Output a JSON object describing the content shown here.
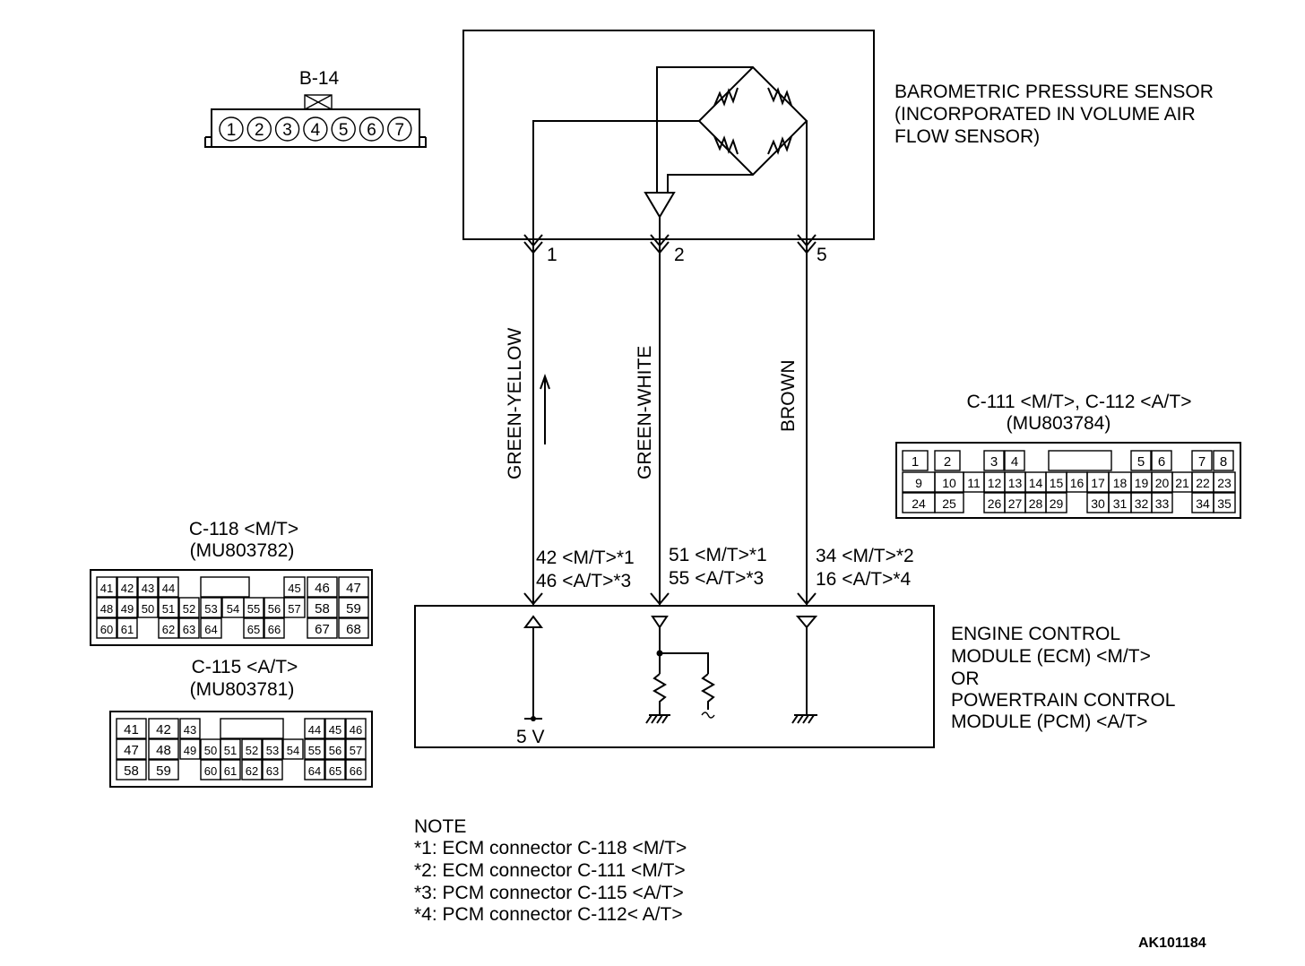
{
  "sensor": {
    "title_lines": [
      "BAROMETRIC PRESSURE SENSOR",
      "(INCORPORATED IN VOLUME AIR",
      "FLOW SENSOR)"
    ],
    "pins": [
      "1",
      "2",
      "5"
    ]
  },
  "b14": {
    "label": "B-14",
    "pins": [
      "1",
      "2",
      "3",
      "4",
      "5",
      "6",
      "7"
    ]
  },
  "wires": {
    "w1": {
      "color": "GREEN-YELLOW",
      "line1": "42 <M/T>*1",
      "line2": "46 <A/T>*3"
    },
    "w2": {
      "color": "GREEN-WHITE",
      "line1": "51 <M/T>*1",
      "line2": "55 <A/T>*3"
    },
    "w3": {
      "color": "BROWN",
      "line1": "34 <M/T>*2",
      "line2": "16 <A/T>*4"
    }
  },
  "ecm": {
    "title_lines": [
      "ENGINE CONTROL",
      "MODULE (ECM) <M/T>",
      "OR",
      "POWERTRAIN CONTROL",
      "MODULE (PCM) <A/T>"
    ],
    "voltage": "5 V"
  },
  "c111": {
    "title": "C-111 <M/T>, C-112 <A/T>",
    "part": "(MU803784)",
    "rows": [
      [
        "1",
        "2",
        "",
        "3",
        "4",
        "",
        "",
        "",
        "",
        "5",
        "6",
        "",
        "7",
        "8"
      ],
      [
        "9",
        "10",
        "11",
        "12",
        "13",
        "14",
        "15",
        "16",
        "17",
        "18",
        "19",
        "20",
        "21",
        "22",
        "23"
      ],
      [
        "24",
        "25",
        "",
        "26",
        "27",
        "28",
        "29",
        "",
        "30",
        "31",
        "32",
        "33",
        "",
        "34",
        "35"
      ]
    ]
  },
  "c118": {
    "title": "C-118 <M/T>",
    "part": "(MU803782)",
    "rows": [
      [
        "41",
        "42",
        "43",
        "44",
        "45",
        "46",
        "47"
      ],
      [
        "48",
        "49",
        "50",
        "51",
        "52",
        "53",
        "54",
        "55",
        "56",
        "57",
        "58",
        "59"
      ],
      [
        "60",
        "61",
        "62",
        "63",
        "64",
        "65",
        "66",
        "67",
        "68"
      ]
    ]
  },
  "c115": {
    "title": "C-115 <A/T>",
    "part": "(MU803781)",
    "rows": [
      [
        "41",
        "42",
        "43",
        "44",
        "45",
        "46"
      ],
      [
        "47",
        "48",
        "49",
        "50",
        "51",
        "52",
        "53",
        "54",
        "55",
        "56",
        "57"
      ],
      [
        "58",
        "59",
        "60",
        "61",
        "62",
        "63",
        "64",
        "65",
        "66"
      ]
    ]
  },
  "note": {
    "heading": "NOTE",
    "lines": [
      "*1: ECM connector C-118 <M/T>",
      "*2: ECM connector C-111 <M/T>",
      "*3: PCM connector C-115 <A/T>",
      "*4: PCM connector C-112< A/T>"
    ]
  },
  "figure_id": "AK101184"
}
